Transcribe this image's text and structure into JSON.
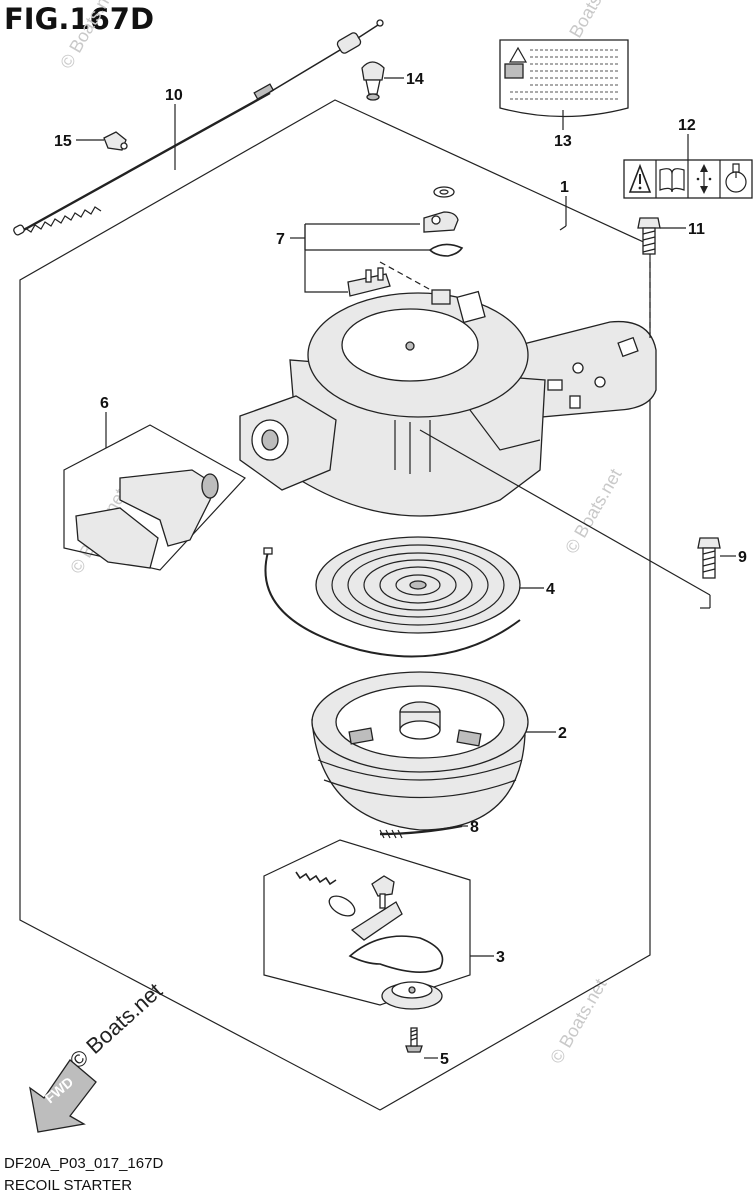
{
  "figure_title": "FIG.167D",
  "footer": {
    "code": "DF20A_P03_017_167D",
    "caption": "RECOIL STARTER"
  },
  "watermark": "© Boats.net",
  "fwd_label": "FWD",
  "callouts": [
    "1",
    "2",
    "3",
    "4",
    "5",
    "6",
    "7",
    "8",
    "9",
    "10",
    "11",
    "12",
    "13",
    "14",
    "15"
  ],
  "icons": [
    "warning-icon",
    "manual-icon",
    "up-down-arrow-icon",
    "pull-handle-icon"
  ]
}
